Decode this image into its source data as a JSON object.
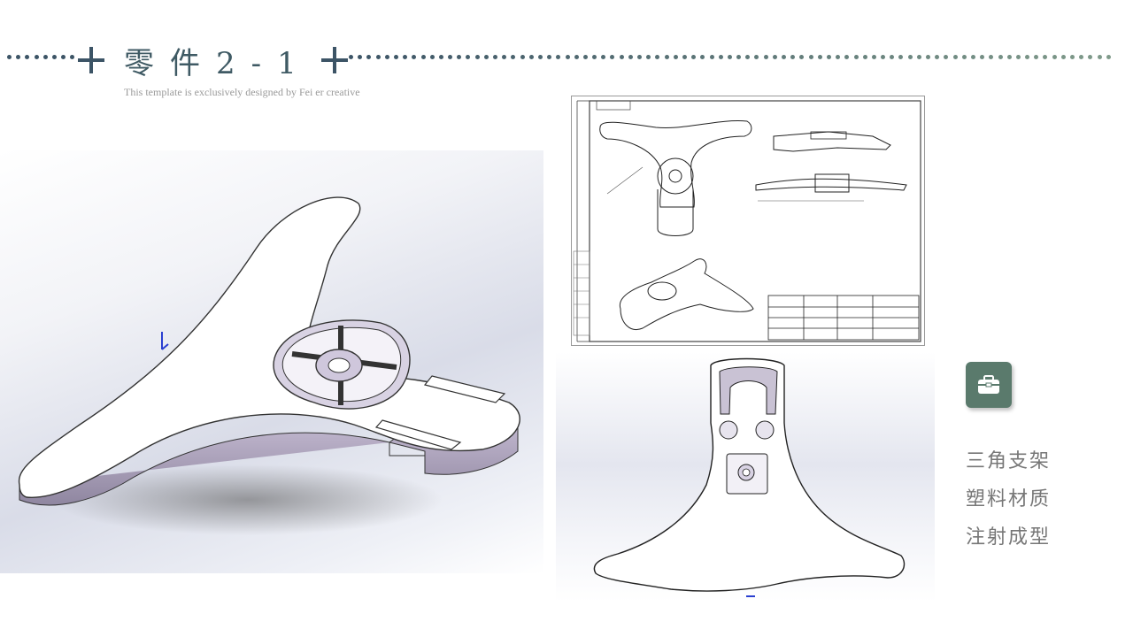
{
  "header": {
    "title": "零件2-1",
    "subtitle": "This template is exclusively  designed  by Fei er creative"
  },
  "features": [
    "三角支架",
    "塑料材质",
    "注射成型"
  ],
  "icons": {
    "title_decor": "plus-icon",
    "feature_badge": "toolbox-icon"
  },
  "images": {
    "main": "3d-render-tripod-bracket-isometric",
    "drawing": "engineering-drawing-sheet",
    "bottom": "3d-render-tripod-bracket-top"
  },
  "colors": {
    "title": "#3f5a64",
    "cross": "#3c5466",
    "dot_dark": "#3c5466",
    "dot_light": "#7f9a8a",
    "badge": "#5a7a6c",
    "feature_text": "#777777",
    "subtitle": "#9a9a9a"
  }
}
